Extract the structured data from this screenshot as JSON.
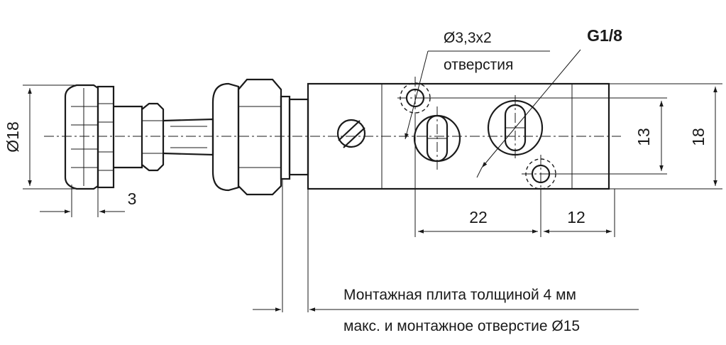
{
  "labels": {
    "diameter_body": "Ø18",
    "knob_step": "3",
    "holes_size": "Ø3,3x2",
    "holes_word": "отверстия",
    "thread": "G1/8",
    "dim_13": "13",
    "dim_18": "18",
    "dim_22": "22",
    "dim_12": "12",
    "note_line1": "Монтажная плита толщиной 4 мм",
    "note_line2": "макс. и монтажное отверстие Ø15"
  }
}
